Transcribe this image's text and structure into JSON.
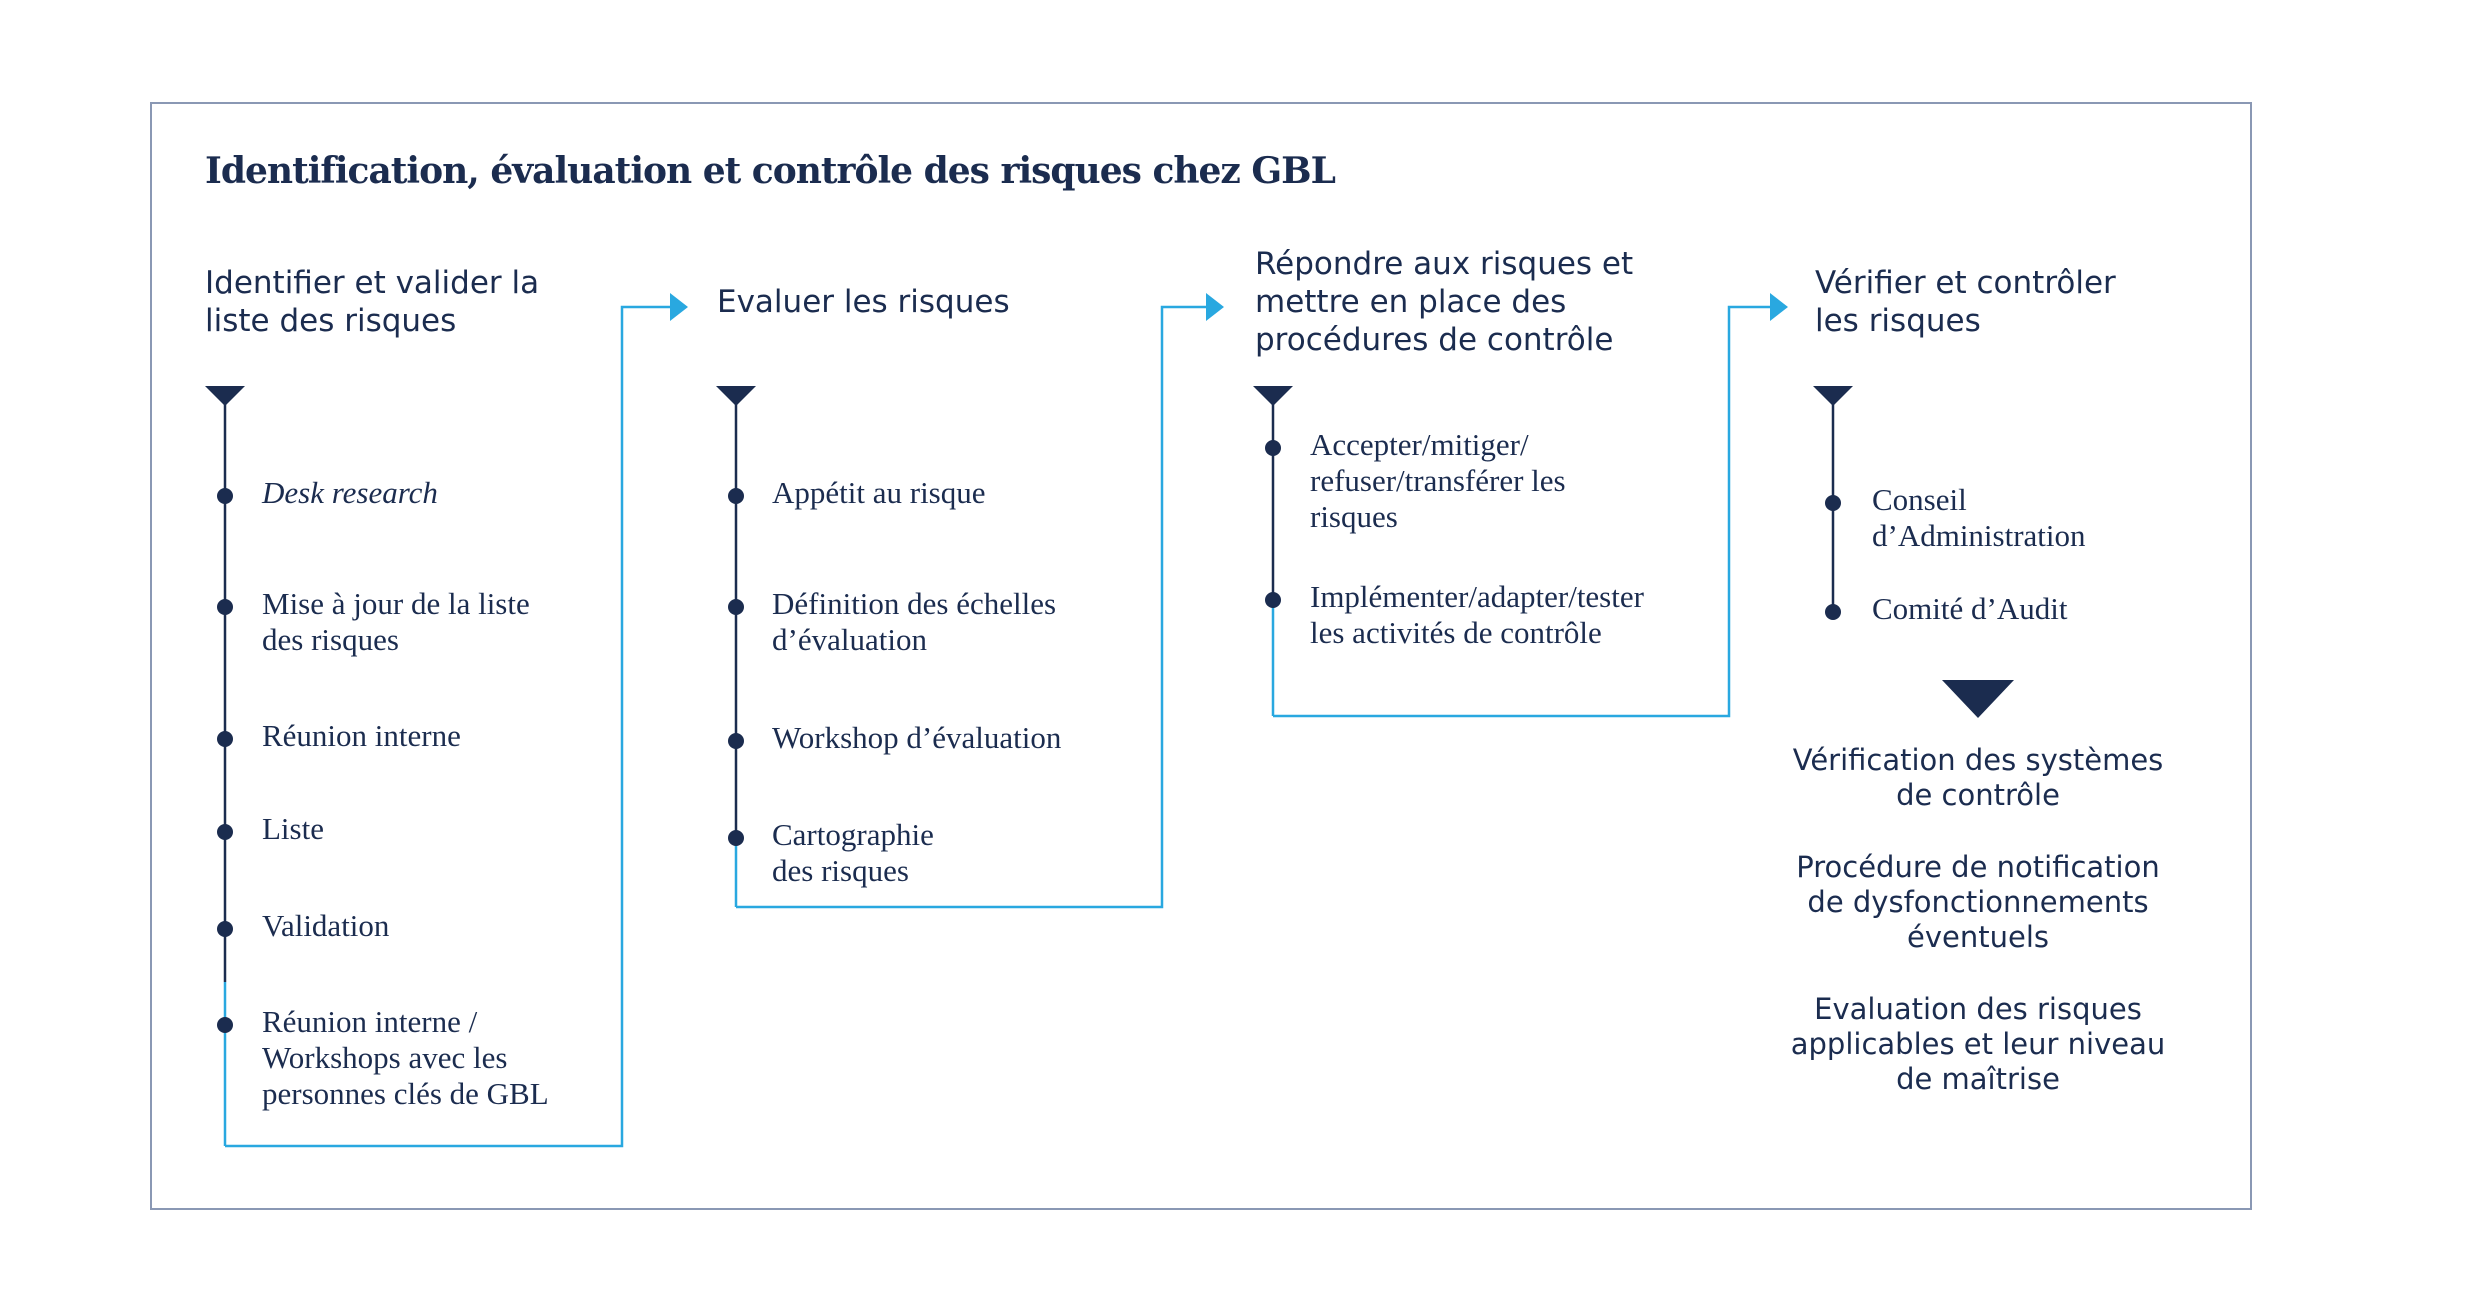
{
  "title": "Identification, évaluation et contrôle des risques chez GBL",
  "colors": {
    "navy": "#1b2c4f",
    "accent": "#29a8e0",
    "frame": "#8a98b4"
  },
  "columns": [
    {
      "heading": "Identifier et valider la\nliste des risques",
      "items": [
        "Desk research",
        "Mise à jour de la liste\ndes risques",
        "Réunion interne",
        "Liste",
        "Validation",
        "Réunion interne /\nWorkshops avec les\npersonnes clés de GBL"
      ]
    },
    {
      "heading": "Evaluer les risques",
      "items": [
        "Appétit au risque",
        "Définition des échelles\nd’évaluation",
        "Workshop d’évaluation",
        "Cartographie\ndes risques"
      ]
    },
    {
      "heading": "Répondre aux risques et\nmettre en place des\nprocédures de contrôle",
      "items": [
        "Accepter/mitiger/\nrefuser/transférer les\nrisques",
        "Implémenter/adapter/tester\nles activités de contrôle"
      ]
    },
    {
      "heading": "Vérifier et contrôler\nles risques",
      "items": [
        "Conseil\nd’Administration",
        "Comité d’Audit"
      ]
    }
  ],
  "outcomes": [
    "Vérification des systèmes\nde contrôle",
    "Procédure de notification\nde dysfonctionnements\néventuels",
    "Evaluation des risques\napplicables et leur niveau\nde maîtrise"
  ]
}
